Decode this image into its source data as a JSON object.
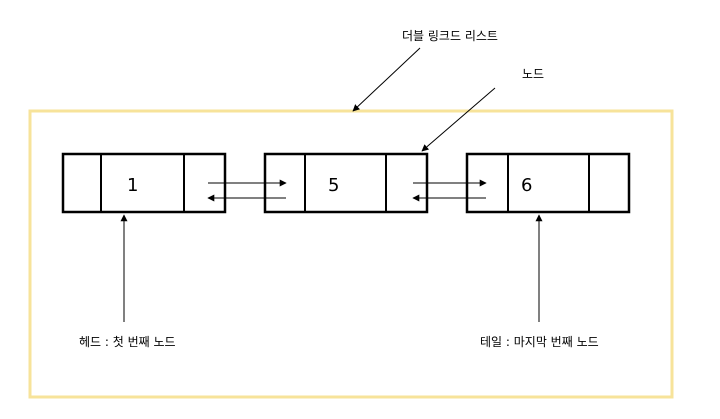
{
  "labels": {
    "list": "더블 링크드 리스트",
    "node": "노드",
    "head": "헤드 : 첫 번째 노드",
    "tail": "테일 : 마지막 번째 노드"
  },
  "nodes": [
    {
      "value": "1"
    },
    {
      "value": "5"
    },
    {
      "value": "6"
    }
  ],
  "colors": {
    "container_border": "#f7e39a",
    "node_border": "#000000",
    "arrow": "#000000"
  }
}
